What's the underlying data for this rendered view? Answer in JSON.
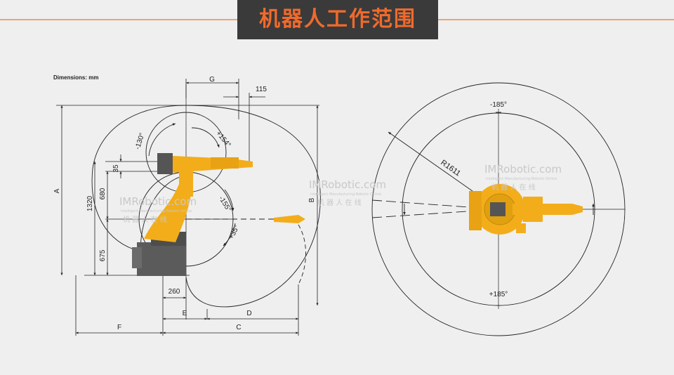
{
  "header": {
    "title": "机器人工作范围"
  },
  "side_view": {
    "caption": "Dimensions: mm",
    "dims": {
      "G": "G",
      "d115": "115",
      "A": "A",
      "B": "B",
      "d1320": "1320",
      "d680": "680",
      "d35": "35",
      "d675": "675",
      "d260": "260",
      "E": "E",
      "D": "D",
      "F": "F",
      "C": "C"
    },
    "angles": {
      "a_m130": "-130°",
      "a_p154": "+154°",
      "a_m155": "-155°",
      "a_p35": "+35°"
    }
  },
  "top_view": {
    "angle_top": "-185°",
    "angle_bottom": "+185°",
    "radius": "R1611"
  },
  "watermark": {
    "brand": "IMRobotic.com",
    "tagline": "Intelligent Manufacturing-Robotic Online",
    "chinese": "机 器 人 在 线"
  },
  "colors": {
    "robot": "#f3ad1a",
    "base": "#5b5b5b",
    "accent": "#f06a2c",
    "banner": "#3a3a3a"
  }
}
